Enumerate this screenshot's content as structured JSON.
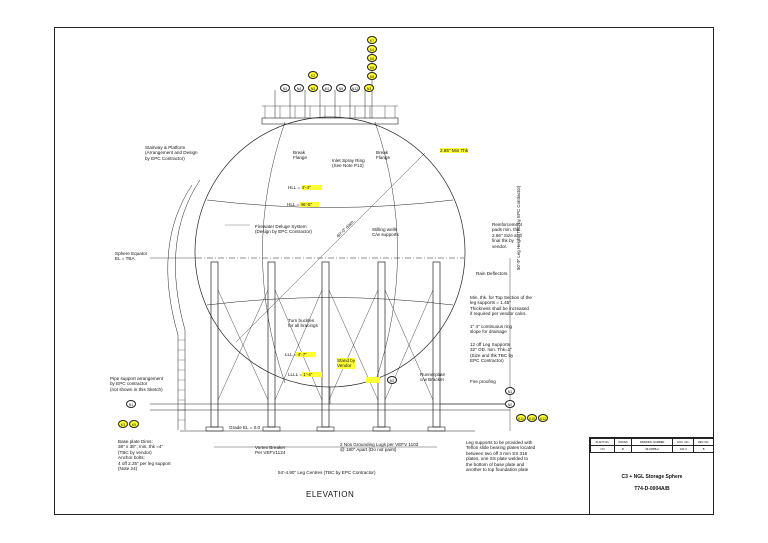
{
  "drawing": {
    "view_title": "ELEVATION",
    "nozzles_top": [
      "N3",
      "N4",
      "N3",
      "M1",
      "N9",
      "N12",
      "N3"
    ],
    "nozzle_k2": "K2",
    "nozzles_stack": [
      "K7",
      "K4",
      "K6",
      "K5",
      "K8"
    ],
    "nozzles_bottom_right": [
      "N1",
      "N2",
      "K11",
      "K10",
      "K12"
    ],
    "nozzles_bottom_left": [
      "N1",
      "K3",
      "K9"
    ],
    "nozzle_m2": "M2",
    "labels": {
      "stairway": "Stairway & Platform\n(Arrangement and Design\nby EPC Contractor)",
      "break_flange_left": "Break\nFlange",
      "inlet_spray": "Inlet Spray Ring\n(See Note P12)",
      "break_flange_right": "Break\nFlange",
      "min_thk": "2.85\" Min Thk",
      "hll": "HLL = 4'-4\"",
      "hlll": "HLL = 46'-5\"",
      "firewater": "Firewater Deluge System\n(Design by EPC Contractor)",
      "stilling_wells": "Stilling wells\nC/w supports",
      "reinforcement": "Reinforcement\npads min. thk.\n2.66\" Size and\nfinal thk by\nvendor.",
      "sphere_equator": "Sphere Equator\nEL = TBA",
      "rain_deflectors": "Rain Deflectors",
      "min_thk_top": "Min. thk. for Top Section of the\nleg supports = 1.45\"\nThickness shall be increased\nif required per vendor calcs.",
      "turn_buckles": "Turn buckles\nfor all bracings",
      "continuous_ring": "1\" 4\" continuous ring\nslope for drainage",
      "leg_supports": "12 off Leg Supports\n32\" OD. min. Thk=1\"\n(Size and thk TBC by\nEPC Contractor)",
      "lll": "LLL = 4'-7\"",
      "llll": "LLLL = 1'-4\"",
      "stand_by": "Stand by\nVendor",
      "runnerplate": "Runnerplate\nc/w Bracket",
      "fire_proofing": "Fire proofing",
      "pipe_support": "Pipe support arrangement\nby EPC contractor\n(not shown in this Sketch)",
      "grade": "Grade EL = 0.0",
      "base_plate": "Base plate Dims:\n38\" x 38\", min. thk =4\"\n(TBC by vendor)\nAnchor bolts:\n4 off 2.25\" per leg support\n(Note 24)",
      "vortex": "Vortex Breaker\nPer VEFV1124",
      "grounding": "2 Nos Grounding Lugs per VEFV 1103\n@ 180\" Apart (Do not paint)",
      "leg_teflon": "Leg supports to be provided with\nTeflon slide bearing plates located\nbetween two off 3 mm SS 316\nplates, one SS plate welded to\nthe bottom of base plate and\nanother to top foundation plate",
      "leg_centers": "54'-4.90\" Leg Centres (TBC by EPC Contractor)",
      "diameter": "60'-0\" diam.",
      "leg_height": "50'-9\" Leg Height (TBC by EPC Contractor)"
    }
  },
  "title_block": {
    "headers": [
      "PLANT NO.",
      "ISSUES",
      "DRAWING NUMBER",
      "DOC. NO.",
      "REV. NO."
    ],
    "row": [
      "174",
      "B",
      "09-16588-A",
      "C21-3",
      "B"
    ],
    "title": "C3 + NGL Storage Sphere",
    "doc_number": "T74-D-0004A/B"
  },
  "colors": {
    "highlight": "#ffff33",
    "line": "#222222"
  }
}
